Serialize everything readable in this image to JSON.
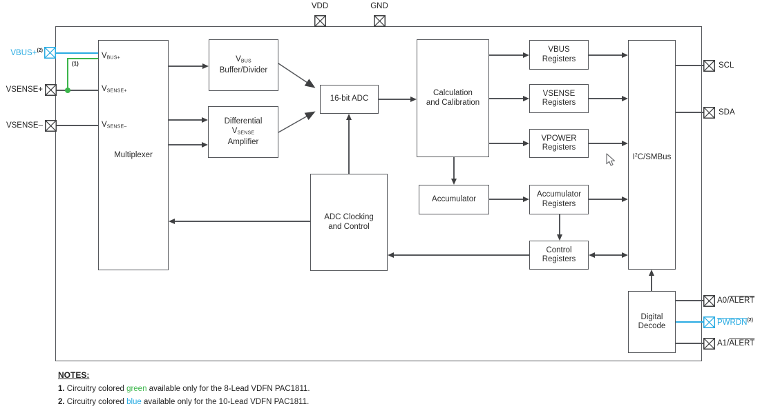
{
  "colors": {
    "blue": "#29ABE2",
    "green": "#3BB54A",
    "line_gray": "#55575B"
  },
  "top_pins": {
    "vdd": "VDD",
    "gnd": "GND"
  },
  "left_pins": {
    "vbus": {
      "label": "VBUS+",
      "sup": "(2)"
    },
    "vsense_p": {
      "label": "VSENSE+"
    },
    "vsense_n": {
      "label": "VSENSE–"
    }
  },
  "right_pins": {
    "scl": {
      "label": "SCL"
    },
    "sda": {
      "label": "SDA"
    },
    "a0": {
      "pre": "A0/",
      "over": "ALERT"
    },
    "pwrdn": {
      "over": "PWRDN",
      "sup": "(2)"
    },
    "a1": {
      "pre": "A1/",
      "over": "ALERT"
    }
  },
  "blocks": {
    "multiplexer": {
      "label": "Multiplexer",
      "in_vbus_main": "V",
      "in_vbus_sub": "BUS+",
      "in_vsense_p_main": "V",
      "in_vsense_p_sub": "SENSE+",
      "in_vsense_n_main": "V",
      "in_vsense_n_sub": "SENSE–"
    },
    "vbus_buffer": {
      "l1_main": "V",
      "l1_sub": "BUS",
      "l2": "Buffer/Divider"
    },
    "diff_amp": {
      "l1": "Differential",
      "l2_main": "V",
      "l2_sub": "SENSE",
      "l3": "Amplifier"
    },
    "adc": {
      "label": "16-bit ADC"
    },
    "calc": {
      "l1": "Calculation",
      "l2": "and Calibration"
    },
    "adc_clocking": {
      "l1": "ADC Clocking",
      "l2": "and Control"
    },
    "accumulator": {
      "label": "Accumulator"
    },
    "vbus_registers": {
      "l1": "VBUS",
      "l2": "Registers"
    },
    "vsense_registers": {
      "l1": "VSENSE",
      "l2": "Registers"
    },
    "vpower_registers": {
      "l1": "VPOWER",
      "l2": "Registers"
    },
    "accumulator_registers": {
      "l1": "Accumulator",
      "l2": "Registers"
    },
    "control_registers": {
      "l1": "Control",
      "l2": "Registers"
    },
    "i2c": {
      "pre": "I",
      "sup": "2",
      "post": "C/SMBus"
    },
    "digital_decode": {
      "l1": "Digital",
      "l2": "Decode"
    }
  },
  "annotations": {
    "note1_ref": "(1)"
  },
  "notes": {
    "title": "NOTES:",
    "items": [
      {
        "num": "1.",
        "pre": " Circuitry colored ",
        "word": "green",
        "post": " available only for the 8-Lead VDFN PAC1811."
      },
      {
        "num": "2.",
        "pre": " Circuitry colored ",
        "word": "blue",
        "post": " available only for the 10-Lead VDFN PAC1811."
      }
    ]
  }
}
